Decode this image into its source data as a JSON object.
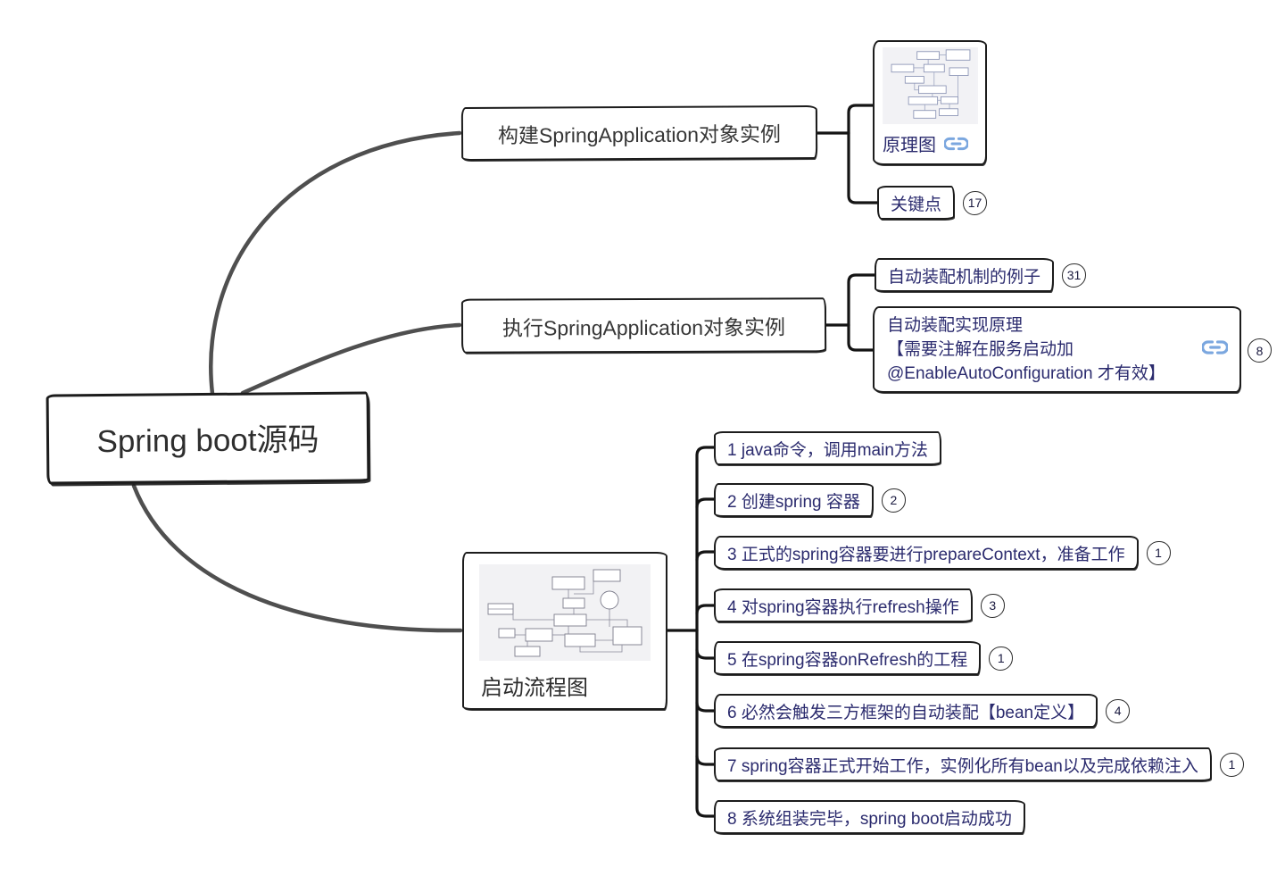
{
  "root": {
    "label": "Spring boot源码"
  },
  "branch1": {
    "label": "构建SpringApplication对象实例",
    "children": {
      "principle": {
        "label": "原理图"
      },
      "keypoints": {
        "label": "关键点",
        "badge": "17"
      }
    }
  },
  "branch2": {
    "label": "执行SpringApplication对象实例",
    "children": {
      "example": {
        "label": "自动装配机制的例子",
        "badge": "31"
      },
      "impl": {
        "line1": "自动装配实现原理",
        "line2": "【需要注解在服务启动加",
        "line3": "@EnableAutoConfiguration 才有效】",
        "badge": "8"
      }
    }
  },
  "branch3": {
    "label": "启动流程图",
    "steps": [
      {
        "label": "1 java命令，调用main方法"
      },
      {
        "label": "2 创建spring 容器",
        "badge": "2"
      },
      {
        "label": "3 正式的spring容器要进行prepareContext，准备工作",
        "badge": "1"
      },
      {
        "label": "4 对spring容器执行refresh操作",
        "badge": "3"
      },
      {
        "label": "5 在spring容器onRefresh的工程",
        "badge": "1"
      },
      {
        "label": "6 必然会触发三方框架的自动装配【bean定义】",
        "badge": "4"
      },
      {
        "label": "7 spring容器正式开始工作，实例化所有bean以及完成依赖注入",
        "badge": "1"
      },
      {
        "label": "8 系统组装完毕，spring boot启动成功"
      }
    ]
  },
  "colors": {
    "link_icon": "#7ba7df",
    "child_text": "#2b2b6e",
    "main_connector": "#4f4f4f",
    "sub_connector": "#141414"
  }
}
